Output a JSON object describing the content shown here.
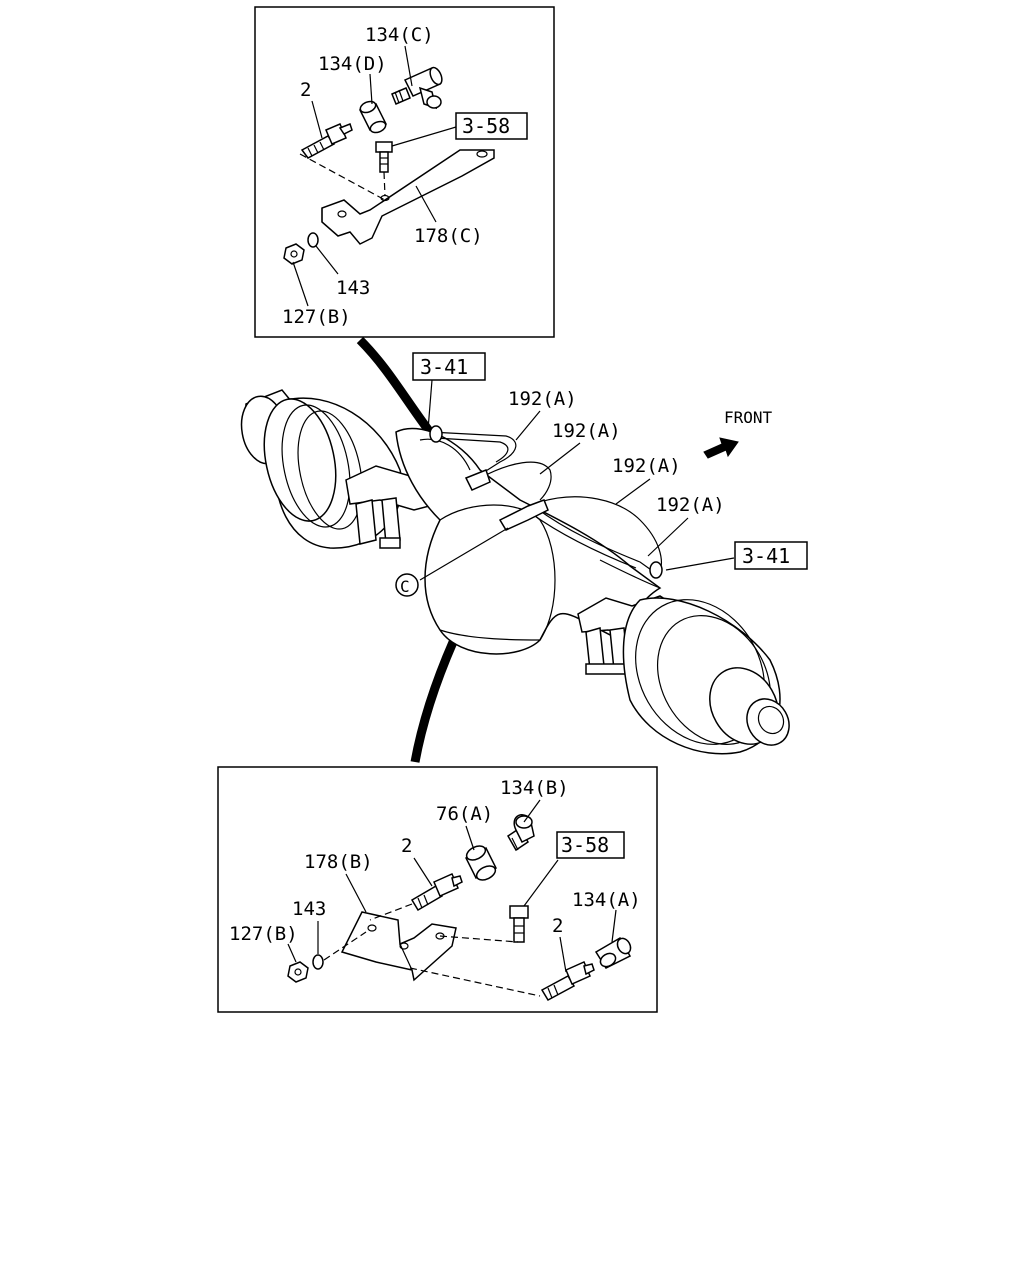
{
  "top_inset": {
    "labels": {
      "p134c": "134(C)",
      "p134d": "134(D)",
      "p2": "2",
      "ref358": "3-58",
      "p178c": "178(C)",
      "p143": "143",
      "p127b": "127(B)"
    }
  },
  "main": {
    "ref341_top": "3-41",
    "ref341_right": "3-41",
    "front": "FRONT",
    "callout_c": "C",
    "hose_labels": [
      "192(A)",
      "192(A)",
      "192(A)",
      "192(A)"
    ]
  },
  "bottom_inset": {
    "labels": {
      "p134b": "134(B)",
      "p76a": "76(A)",
      "ref358": "3-58",
      "p2_upper": "2",
      "p178b": "178(B)",
      "p143": "143",
      "p127b": "127(B)",
      "p134a": "134(A)",
      "p2_lower": "2"
    }
  },
  "icons": [
    "front-arrow-icon",
    "c-callout-icon"
  ]
}
